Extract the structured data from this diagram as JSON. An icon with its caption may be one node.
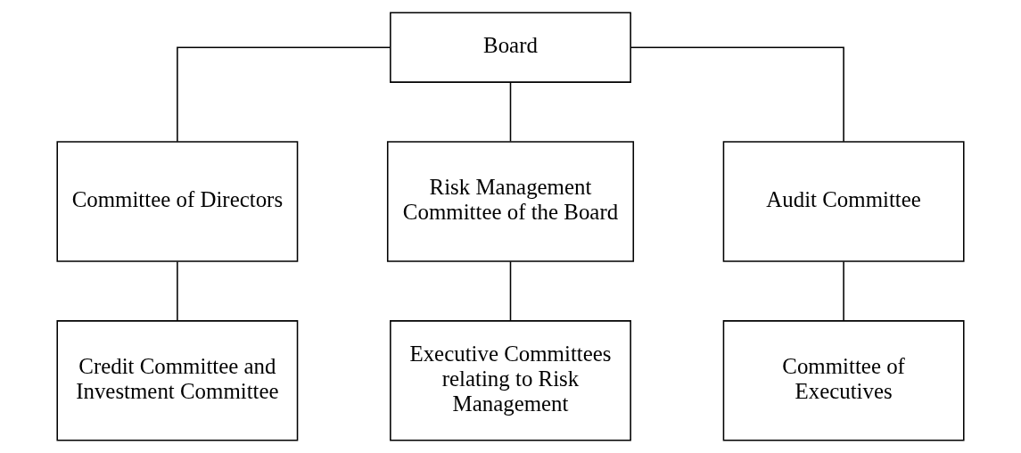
{
  "diagram": {
    "nodes": [
      {
        "text": [
          "Board"
        ]
      },
      {
        "text": [
          "Committee of Directors"
        ]
      },
      {
        "text": [
          "Risk Management Committee of the Board"
        ]
      },
      {
        "text": [
          "Audit Committee"
        ]
      },
      {
        "text": [
          "Credit Committee and Investment Committee"
        ]
      },
      {
        "text": [
          "Executive Committees relating to Risk Management"
        ]
      },
      {
        "text": [
          "Committee of Executives"
        ]
      }
    ],
    "edges": [
      {
        "from": 0,
        "to": 1,
        "arrow": "none"
      },
      {
        "from": 0,
        "to": 2,
        "arrow": "none"
      },
      {
        "from": 0,
        "to": 3,
        "arrow": "none"
      },
      {
        "from": 1,
        "to": 4,
        "arrow": "none"
      },
      {
        "from": 2,
        "to": 5,
        "arrow": "none"
      },
      {
        "from": 3,
        "to": 6,
        "arrow": "none"
      }
    ]
  }
}
